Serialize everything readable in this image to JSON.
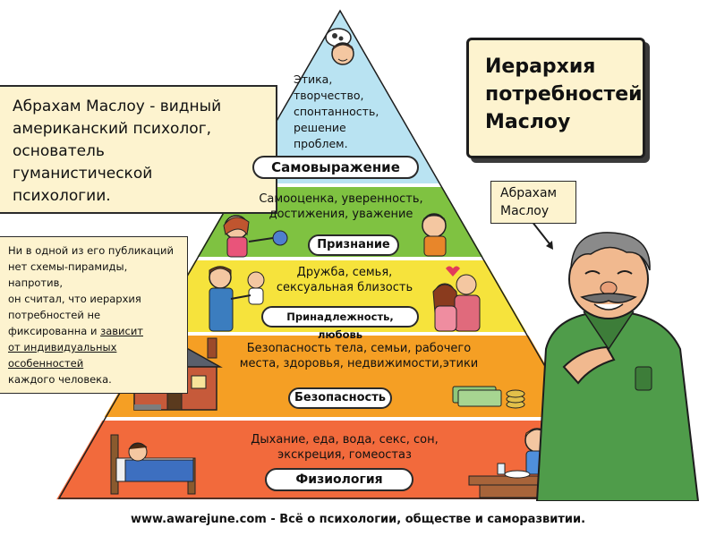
{
  "colors": {
    "level1": "#b9e3f2",
    "level2": "#7fc241",
    "level3": "#f6e33c",
    "level4": "#f59f24",
    "level5": "#f26a3c",
    "note_bg": "#fdf3cf",
    "outline": "#1d1d1d"
  },
  "title": {
    "line1": "Иерархия",
    "line2": "потребностей",
    "line3": "Маслоу"
  },
  "author_note": {
    "line1": "Абрахам Маслоу - видный",
    "line2": "американский психолог,",
    "line3": "основатель",
    "line4": "гуманистической",
    "line5": "психологии."
  },
  "side_note": {
    "line1": "Ни в одной из его публикаций",
    "line2": "нет схемы-пирамиды,",
    "line3": "напротив,",
    "line4": "он считал, что иерархия",
    "line5": "потребностей не",
    "line6_plain": "фиксированна и ",
    "line6_underlined": "зависит",
    "line7": "от индивидуальных",
    "line8": "особенностей",
    "line9": "каждого человека."
  },
  "speech_label": {
    "line1": "Абрахам",
    "line2": "Маслоу"
  },
  "pyramid": {
    "levels": [
      {
        "name": "Самовыражение",
        "description_lines": [
          "Этика,",
          "творчество,",
          "спонтанность,",
          "решение",
          "проблем."
        ]
      },
      {
        "name": "Признание",
        "description_lines": [
          "Самооценка, уверенность,",
          "достижения, уважение"
        ]
      },
      {
        "name": "Принадлежность, любовь",
        "description_lines": [
          "Дружба, семья,",
          "сексуальная близость"
        ]
      },
      {
        "name": "Безопасность",
        "description_lines": [
          "Безопасность тела, семьи, рабочего",
          "места, здоровья, недвижимости,этики"
        ]
      },
      {
        "name": "Физиология",
        "description_lines": [
          "Дыхание, еда, вода, секс, сон,",
          "экскреция, гомеостаз"
        ]
      }
    ]
  },
  "illustrations": {
    "top": "thinking-boy-icon",
    "level2_left": "girl-with-award-icon",
    "level2_right": "boy-icon",
    "level3_left": "father-with-baby-icon",
    "level3_right": "hugging-couple-icon",
    "level4_left": "house-icon",
    "level4_right": "money-icon",
    "level5_left": "sleeping-person-icon",
    "level5_right": "eating-boy-icon",
    "right": "maslow-caricature-icon"
  },
  "footer": {
    "text": "www.awarejune.com - Всё о психологии, обществе и саморазвитии."
  }
}
